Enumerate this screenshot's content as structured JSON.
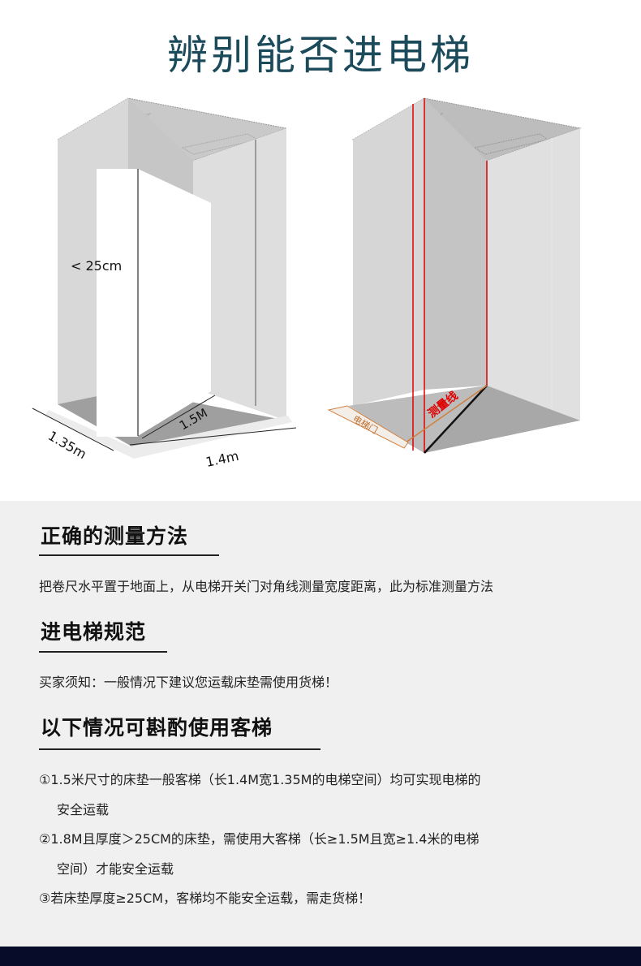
{
  "title": "辨别能否进电梯",
  "diagram_left": {
    "thickness": "< 25cm",
    "diag": "1.5M",
    "depth": "1.35m",
    "width": "1.4m"
  },
  "diagram_right": {
    "measure_line": "测量线",
    "door": "电梯门"
  },
  "sections": {
    "s1": {
      "heading": "正确的测量方法",
      "text": "把卷尺水平置于地面上，从电梯开关门对角线测量宽度距离，此为标准测量方法"
    },
    "s2": {
      "heading": "进电梯规范",
      "text": "买家须知：一般情况下建议您运载床垫需使用货梯！"
    },
    "s3": {
      "heading": "以下情况可斟酌使用客梯",
      "items": [
        {
          "line1": "①1.5米尺寸的床垫一般客梯（长1.4M宽1.35M的电梯空间）均可实现电梯的",
          "line2": "安全运载"
        },
        {
          "line1": "②1.8M且厚度＞25CM的床垫，需使用大客梯（长≥1.5M且宽≥1.4米的电梯",
          "line2": "空间）才能安全运载"
        },
        {
          "line1": "③若床垫厚度≥25CM，客梯均不能安全运载，需走货梯！"
        }
      ]
    }
  },
  "colors": {
    "title": "#1b4a5a",
    "panel": "#f0f0f0",
    "footer": "#070d28",
    "measure": "#e00000",
    "door": "#d08040"
  }
}
